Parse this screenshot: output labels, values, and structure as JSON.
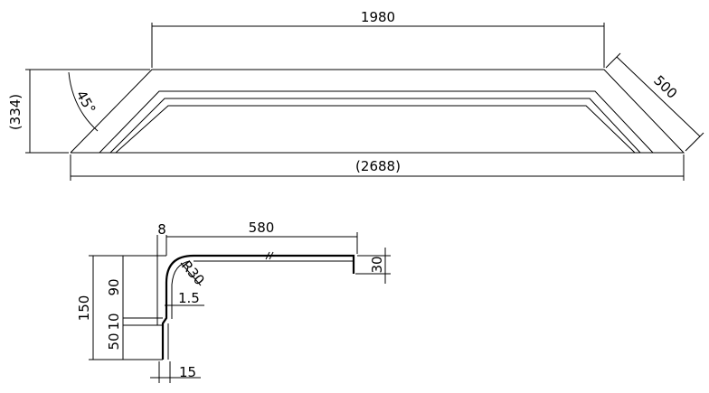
{
  "top_view": {
    "dim_top_length": "1980",
    "dim_total_length": "(2688)",
    "dim_height": "(334)",
    "dim_slant": "500",
    "angle": "45°"
  },
  "section_view": {
    "dim_thickness": "8",
    "dim_flange_length": "580",
    "dim_total_height": "150",
    "dim_upper_height": "90",
    "dim_step": "10",
    "dim_lower_height": "50",
    "dim_lip": "30",
    "dim_radius": "R30",
    "dim_offset": "1.5",
    "dim_bottom_width": "15"
  }
}
